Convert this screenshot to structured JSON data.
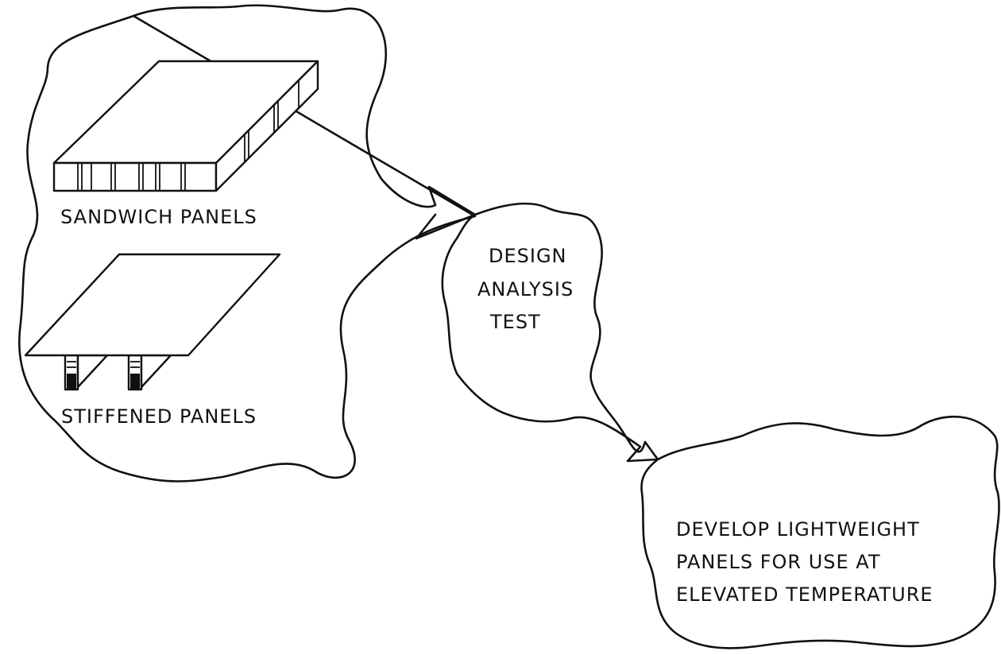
{
  "panels_cloud": {
    "sandwich_label": "SANDWICH PANELS",
    "stiffened_label": "STIFFENED PANELS"
  },
  "process_cloud": {
    "lines": [
      "DESIGN",
      "ANALYSIS",
      "TEST"
    ]
  },
  "goal_cloud": {
    "lines": [
      "DEVELOP LIGHTWEIGHT",
      "PANELS FOR USE AT",
      "ELEVATED TEMPERATURE"
    ]
  }
}
